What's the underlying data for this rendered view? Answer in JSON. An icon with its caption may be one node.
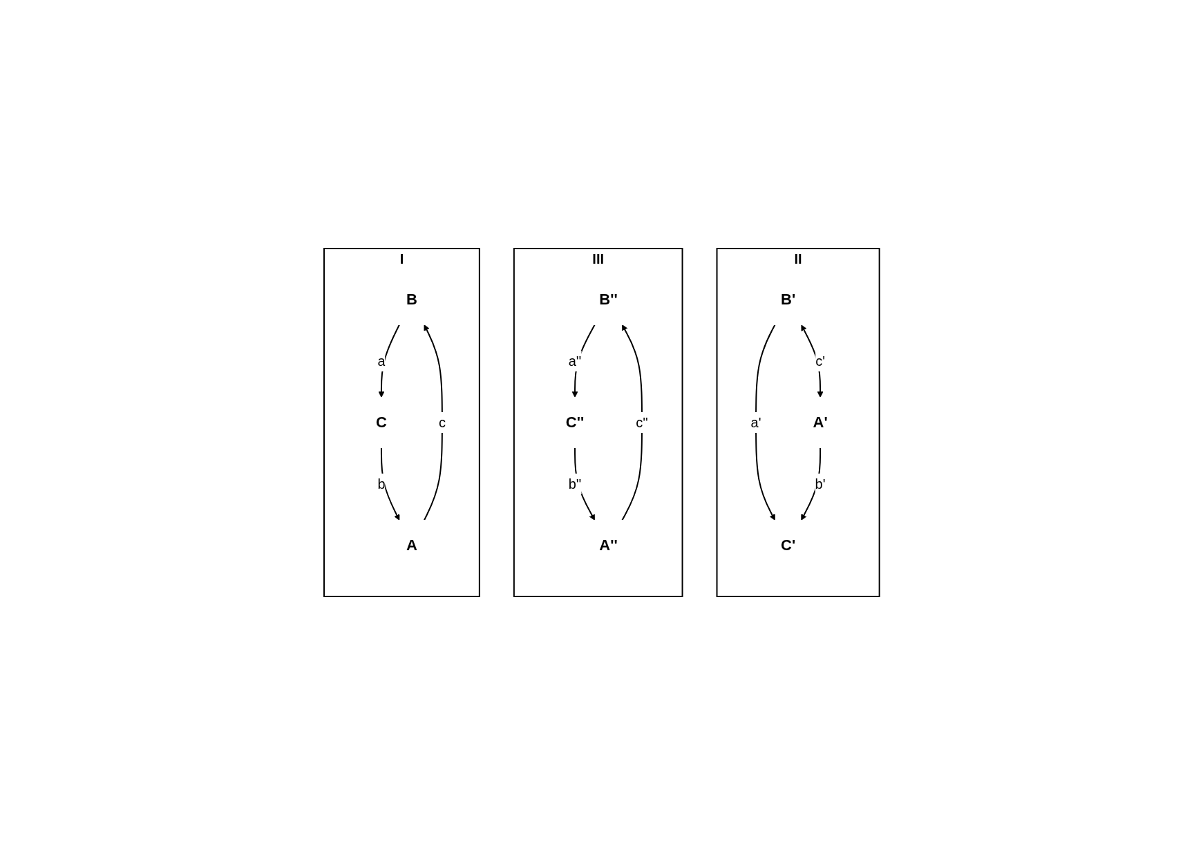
{
  "diagram": {
    "nodes": [
      {
        "text": [
          "II"
        ]
      },
      {
        "text": [
          "B'"
        ],
        "in": 0
      },
      {
        "text": [
          "A'"
        ],
        "in": 0
      },
      {
        "text": [
          "C'"
        ],
        "in": 0
      },
      {
        "text": [
          "III"
        ]
      },
      {
        "text": [
          "B''"
        ],
        "in": 4
      },
      {
        "text": [
          "A''"
        ],
        "in": 4
      },
      {
        "text": [
          "C''"
        ],
        "in": 4
      },
      {
        "text": [
          "I"
        ]
      },
      {
        "text": [
          "B"
        ],
        "in": 8
      },
      {
        "text": [
          "A"
        ],
        "in": 8
      },
      {
        "text": [
          "C"
        ],
        "in": 8
      }
    ],
    "edges": [
      {
        "from": 1,
        "to": 2,
        "label": "c'",
        "arrow": "both"
      },
      {
        "from": 1,
        "to": 3,
        "label": "a'",
        "arrow": "to"
      },
      {
        "from": 2,
        "to": 3,
        "label": "b'",
        "arrow": "to"
      },
      {
        "from": 6,
        "to": 5,
        "label": "c''",
        "arrow": "to"
      },
      {
        "from": 5,
        "to": 7,
        "label": "a''",
        "arrow": "to"
      },
      {
        "from": 7,
        "to": 6,
        "label": "b''",
        "arrow": "to"
      },
      {
        "from": 10,
        "to": 9,
        "label": "c",
        "arrow": "to"
      },
      {
        "from": 9,
        "to": 11,
        "label": "a",
        "arrow": "to"
      },
      {
        "from": 11,
        "to": 10,
        "label": "b",
        "arrow": "to"
      }
    ]
  }
}
